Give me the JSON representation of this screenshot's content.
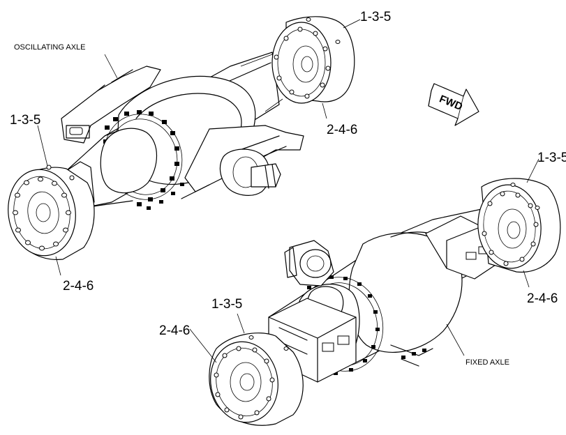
{
  "labels": {
    "oscillating_axle": "OSCILLATING AXLE",
    "fixed_axle": "FIXED AXLE",
    "fwd": "FWD",
    "ref_135": "1-3-5",
    "ref_246": "2-4-6",
    "ref_135_cut": "1-3-5"
  },
  "colors": {
    "line": "#000000",
    "background": "#ffffff"
  }
}
